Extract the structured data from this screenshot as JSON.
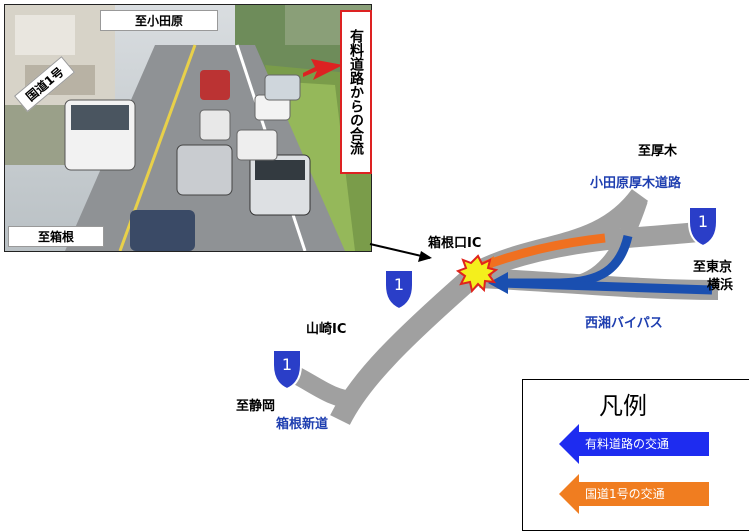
{
  "photo": {
    "top_label": "至小田原",
    "bottom_label": "至箱根",
    "route_label": "国道1号",
    "merge_label": "有料道路からの合流"
  },
  "map": {
    "labels": {
      "atsugi": "至厚木",
      "odawara_atsugi_road": "小田原厚木道路",
      "hakone_guchi_ic": "箱根口IC",
      "tokyo": "至東京",
      "yokohama": "横浜",
      "seisho_bypass": "西湘バイパス",
      "yamazaki_ic": "山崎IC",
      "shizuoka": "至静岡",
      "hakone_shindo": "箱根新道"
    },
    "shield_number": "1"
  },
  "legend": {
    "title": "凡例",
    "items": [
      {
        "label": "有料道路の交通",
        "color": "#1e2cf0"
      },
      {
        "label": "国道1号の交通",
        "color": "#f07d20"
      }
    ]
  },
  "colors": {
    "road": "#a0a0a0",
    "blue_flow": "#1a4fb0",
    "orange_flow": "#f07020",
    "shield": "#2a3ec8"
  }
}
